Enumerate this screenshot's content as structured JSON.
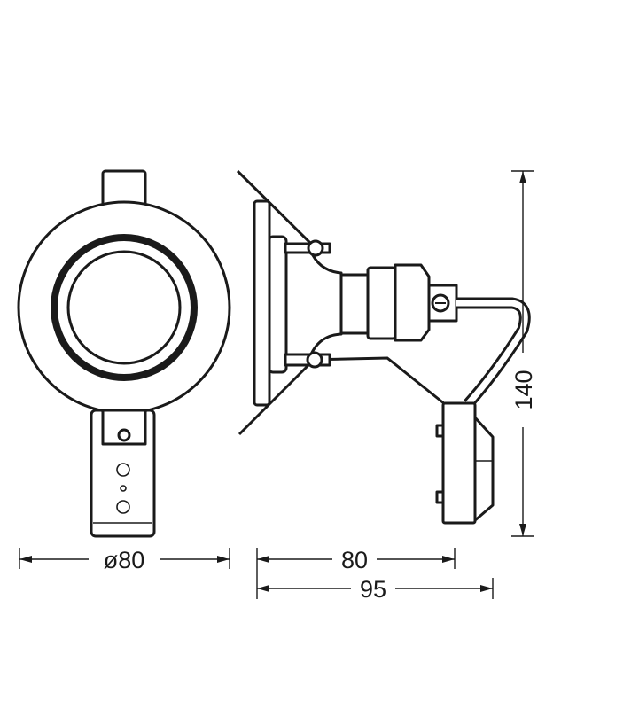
{
  "dimensions": {
    "diameter": "ø80",
    "depth": "80",
    "total_depth": "95",
    "height": "140"
  },
  "colors": {
    "line": "#1a1a1a",
    "background": "#ffffff"
  }
}
